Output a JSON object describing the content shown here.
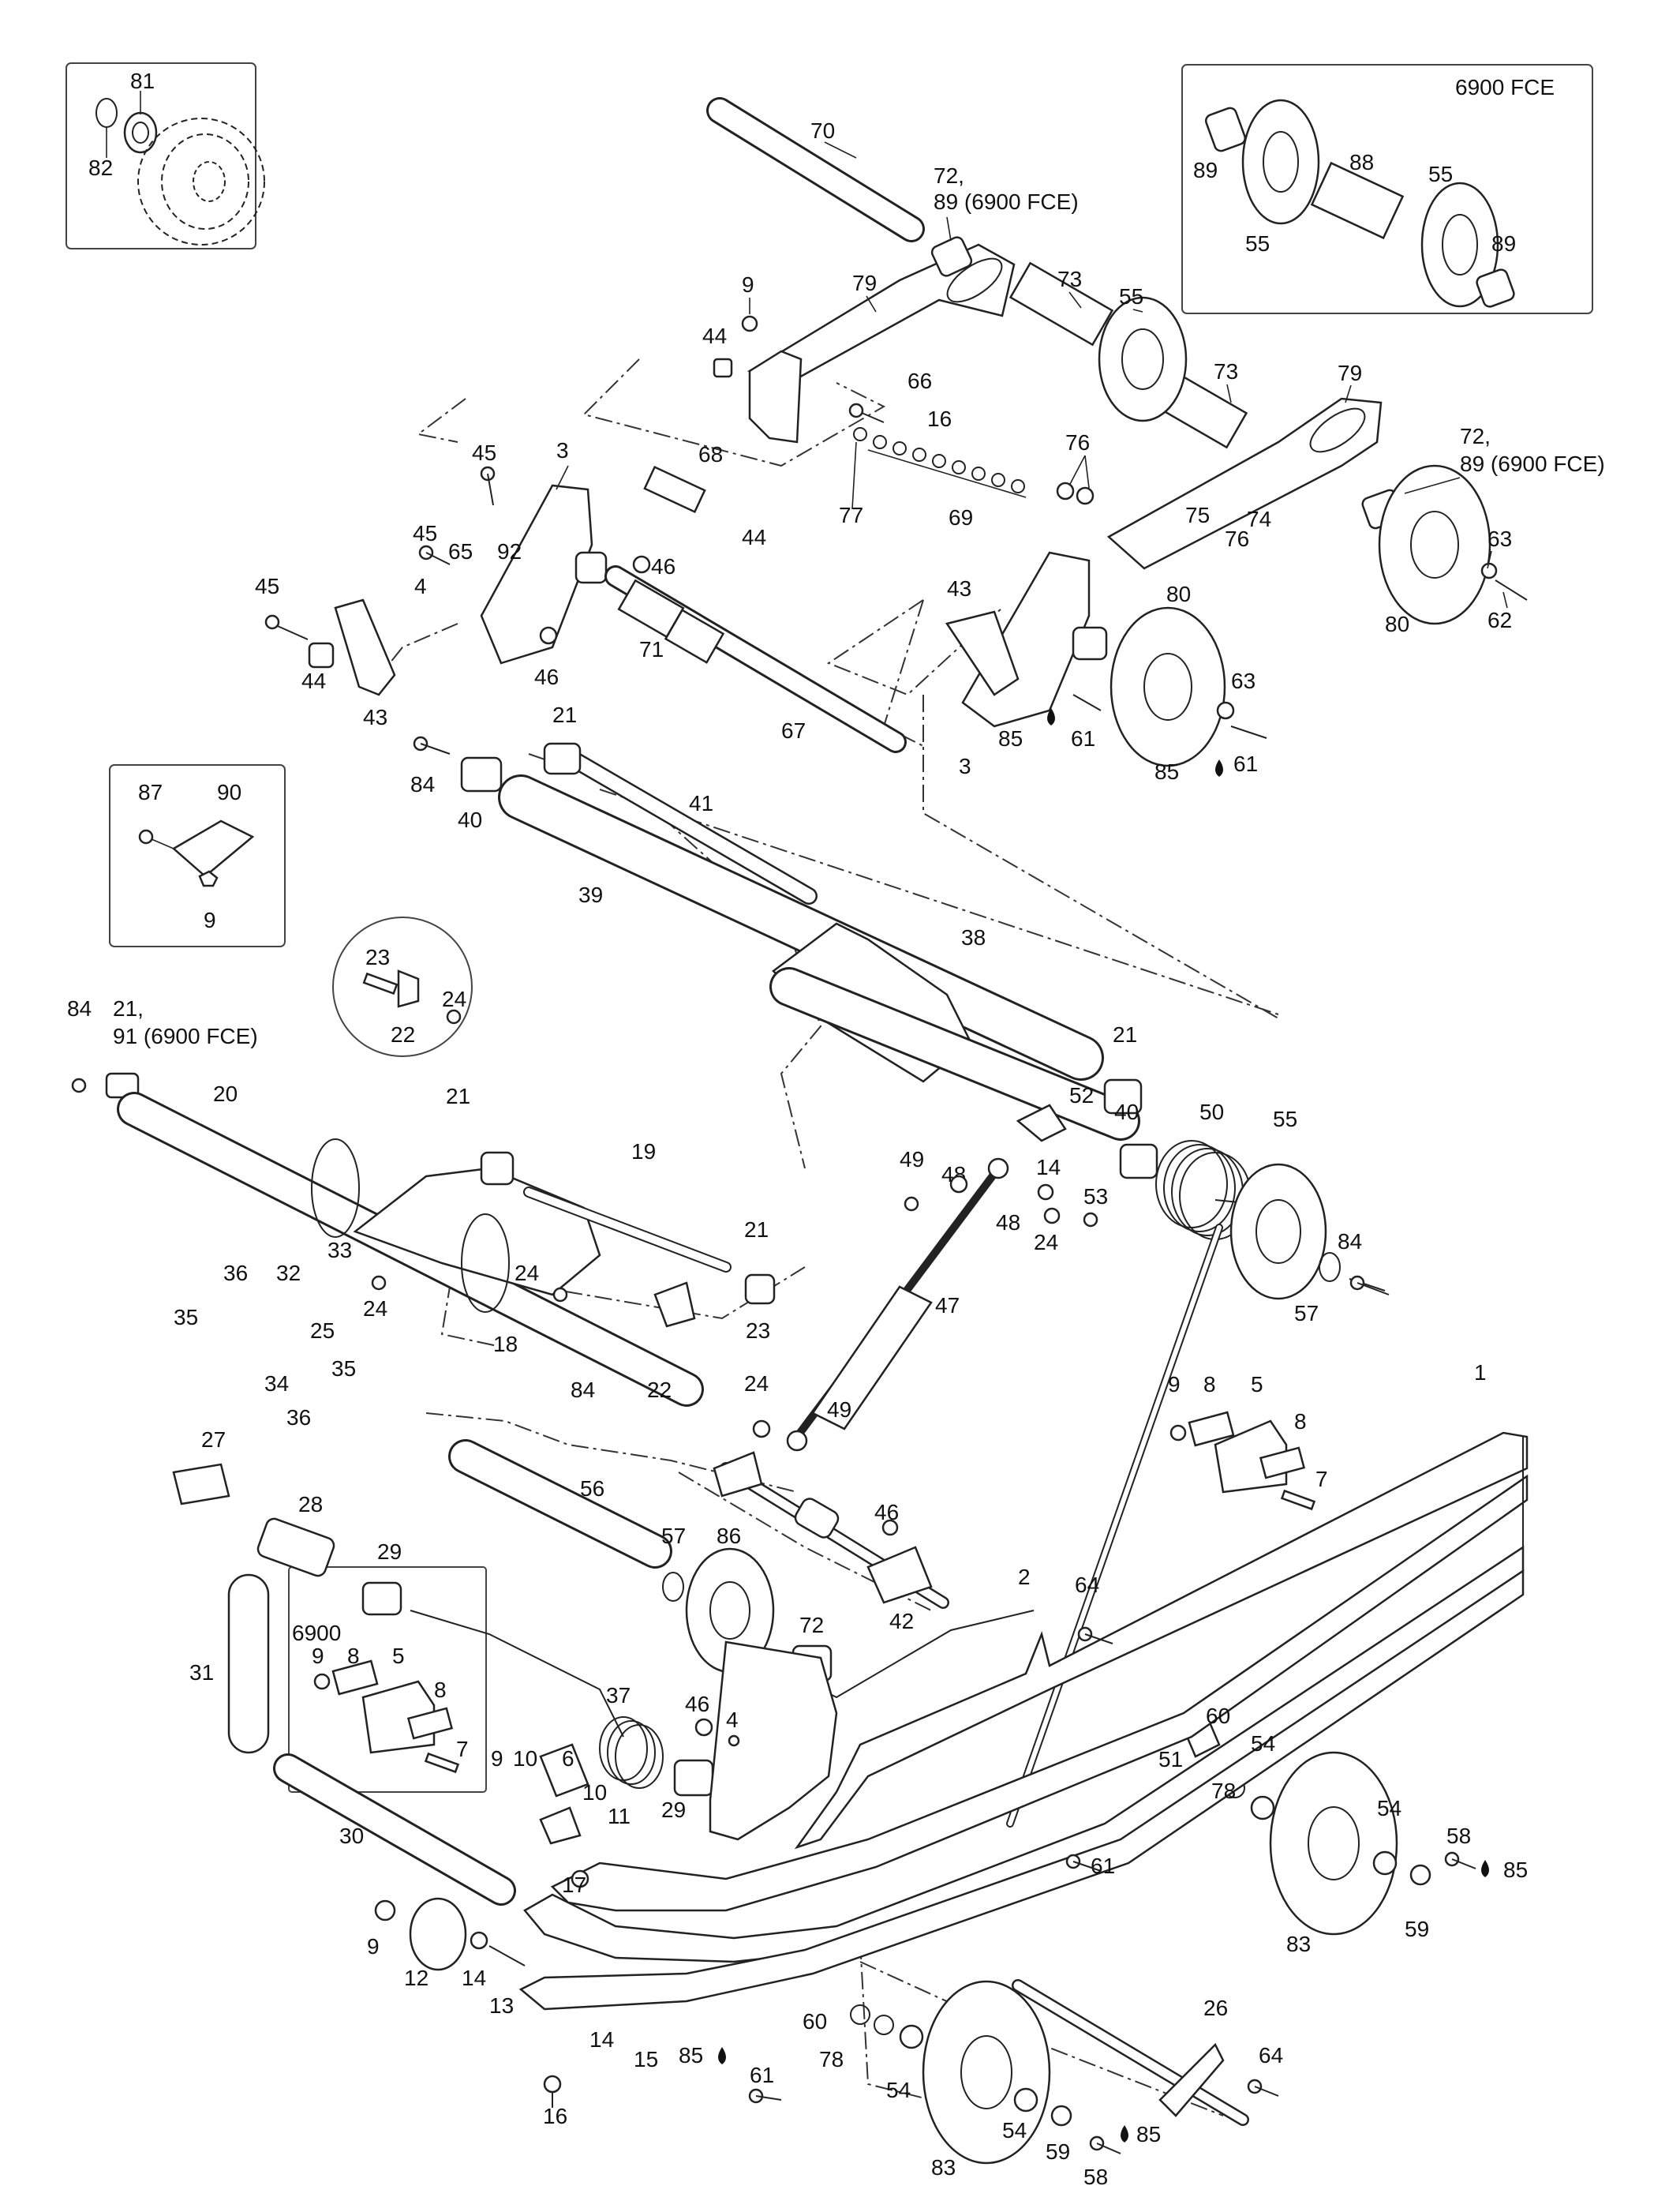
{
  "inset_top_left": {
    "labels": [
      "81",
      "82"
    ]
  },
  "inset_top_right": {
    "title": "6900 FCE",
    "labels": [
      "89",
      "88",
      "55",
      "55",
      "89"
    ]
  },
  "inset_mid_left": {
    "labels": [
      "87",
      "90",
      "9"
    ]
  },
  "inset_circle": {
    "labels": [
      "23",
      "24",
      "22"
    ]
  },
  "inset_6900": {
    "title": "6900"
  },
  "labels": {
    "l70": "70",
    "l72a": "72,",
    "l89a": "89 (6900 FCE)",
    "l9a": "9",
    "l79a": "79",
    "l73a": "73",
    "l55a": "55",
    "l73b": "73",
    "l79b": "79",
    "l72b": "72,",
    "l89b": "89 (6900 FCE)",
    "l44a": "44",
    "l66": "66",
    "l16a": "16",
    "l76a": "76",
    "l68": "68",
    "l44b": "44",
    "l77": "77",
    "l69": "69",
    "l3a": "3",
    "l45a": "45",
    "l65": "65",
    "l92": "92",
    "l45b": "45",
    "l4a": "4",
    "l46a": "46",
    "l45c": "45",
    "l71": "71",
    "l46b": "46",
    "l44c": "44",
    "l43a": "43",
    "l67": "67",
    "l75": "75",
    "l76b": "76",
    "l74": "74",
    "l63a": "63",
    "l62": "62",
    "l80a": "80",
    "l80b": "80",
    "l43b": "43",
    "l63b": "63",
    "l85a": "85",
    "l61a": "61",
    "l3b": "3",
    "l85b": "85",
    "l61b": "61",
    "l21a": "21",
    "l84a": "84",
    "l41": "41",
    "l40a": "40",
    "l39": "39",
    "l38": "38",
    "l84b": "84",
    "l21b": "21,",
    "l91": "91 (6900 FCE)",
    "l20": "20",
    "l21c": "21",
    "l19": "19",
    "l21d": "21",
    "l21e": "21",
    "l40b": "40",
    "l52": "52",
    "l50": "50",
    "l55b": "55",
    "l49a": "49",
    "l48a": "48",
    "l14a": "14",
    "l53": "53",
    "l48b": "48",
    "l24a": "24",
    "l84c": "84",
    "l57a": "57",
    "l33": "33",
    "l36a": "36",
    "l32": "32",
    "l24b": "24",
    "l24c": "24",
    "l35a": "35",
    "l25": "25",
    "l18": "18",
    "l34": "34",
    "l35b": "35",
    "l36b": "36",
    "l84d": "84",
    "l22": "22",
    "l23": "23",
    "l47": "47",
    "l24d": "24",
    "l49b": "49",
    "l1": "1",
    "l9b": "9",
    "l8a": "8",
    "l5a": "5",
    "l8b": "8",
    "l7a": "7",
    "l27": "27",
    "l28": "28",
    "l56": "56",
    "l46c": "46",
    "l57b": "57",
    "l86": "86",
    "l29a": "29",
    "l42": "42",
    "l2": "2",
    "l64a": "64",
    "l31": "31",
    "l9c": "9",
    "l8c": "8",
    "l5b": "5",
    "l8d": "8",
    "l7b": "7",
    "l72c": "72",
    "l37": "37",
    "l46d": "46",
    "l4b": "4",
    "l60a": "60",
    "l51": "51",
    "l78a": "78",
    "l54a": "54",
    "l9d": "9",
    "l10a": "10",
    "l6": "6",
    "l10b": "10",
    "l11": "11",
    "l29b": "29",
    "l30": "30",
    "l61c": "61",
    "l17": "17",
    "l9e": "9",
    "l12": "12",
    "l14b": "14",
    "l13": "13",
    "l54b": "54",
    "l58a": "58",
    "l85c": "85",
    "l83a": "83",
    "l59a": "59",
    "l60b": "60",
    "l78b": "78",
    "l14c": "14",
    "l15": "15",
    "l85d": "85",
    "l61d": "61",
    "l54c": "54",
    "l26": "26",
    "l64b": "64",
    "l16b": "16",
    "l83b": "83",
    "l54d": "54",
    "l59b": "59",
    "l85e": "85",
    "l58b": "58"
  }
}
